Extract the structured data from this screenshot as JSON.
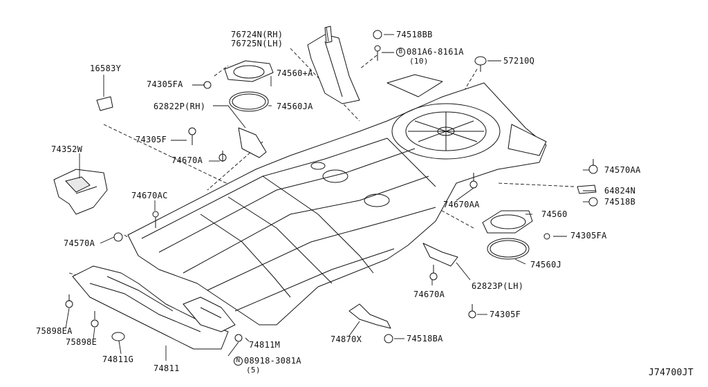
{
  "diagram": {
    "code": "J74700JT",
    "labels": {
      "p76724N": "76724N(RH)",
      "p76725N": "76725N(LH)",
      "p74518BB": "74518BB",
      "p081A6_part": "081A6-8161A",
      "p081A6_qty": "(10)",
      "p081A6_marker": "B",
      "p57210Q": "57210Q",
      "p16583Y": "16583Y",
      "p74305FA_top": "74305FA",
      "p74560A": "74560+A",
      "p62822P": "62822P(RH)",
      "p74560JA": "74560JA",
      "p74305F_top": "74305F",
      "p74670A_top": "74670A",
      "p74352W": "74352W",
      "p74570AA": "74570AA",
      "p64824N": "64824N",
      "p74518B": "74518B",
      "p74670AC": "74670AC",
      "p74670AA": "74670AA",
      "p74560": "74560",
      "p74305FA_right": "74305FA",
      "p74570A": "74570A",
      "p74560J": "74560J",
      "p62823P": "62823P(LH)",
      "p74670A_bot": "74670A",
      "p74305F_bot": "74305F",
      "p75898EA": "75898EA",
      "p75898E": "75898E",
      "p74811G": "74811G",
      "p74811": "74811",
      "p74811M": "74811M",
      "p74870X": "74870X",
      "p74518BA": "74518BA",
      "p08918_part": "08918-3081A",
      "p08918_qty": "(5)",
      "p08918_marker": "N"
    }
  }
}
